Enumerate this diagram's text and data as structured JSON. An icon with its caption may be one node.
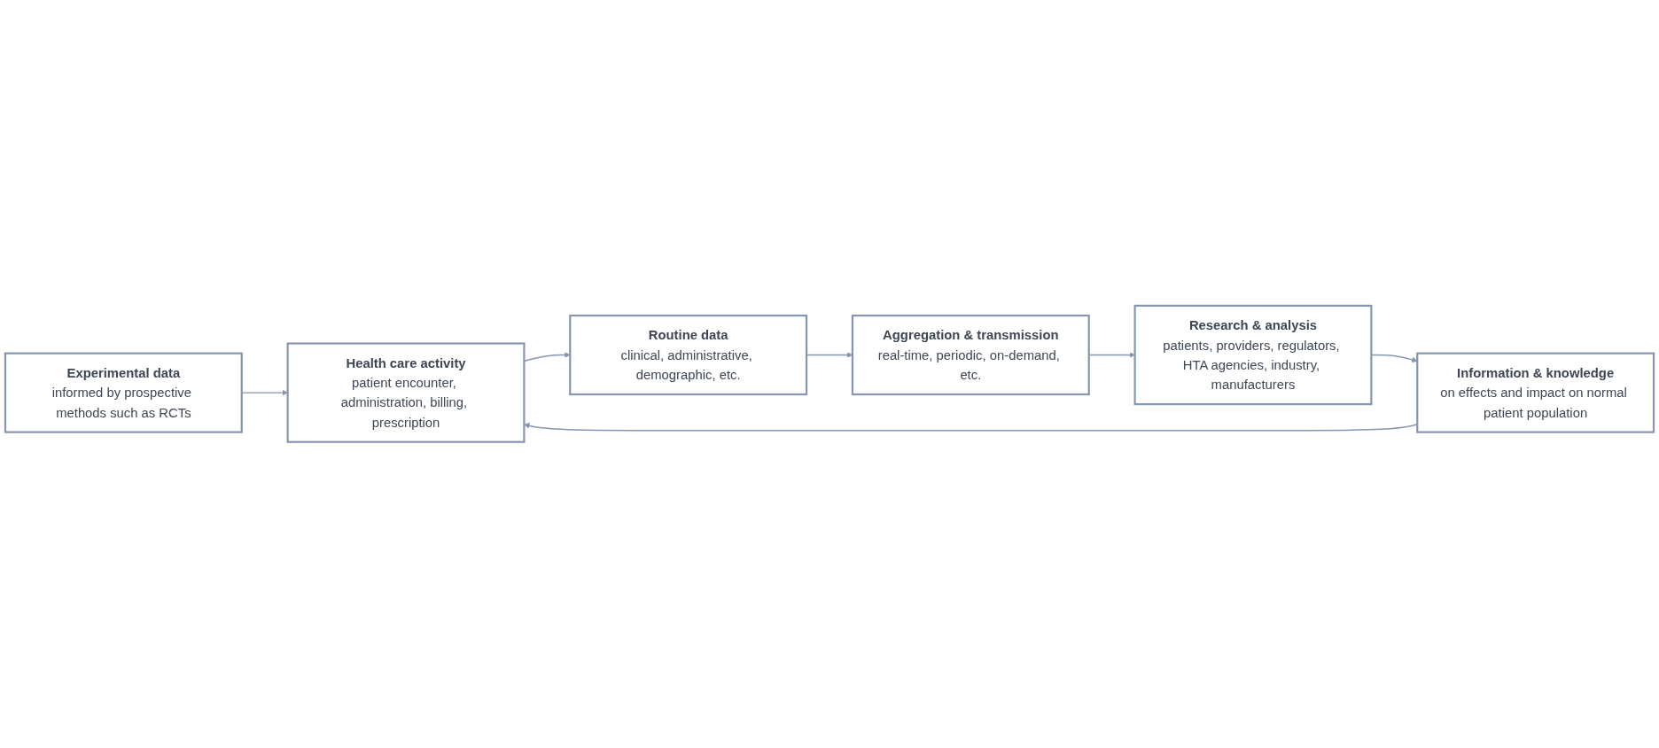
{
  "diagram": {
    "nodes": [
      {
        "text": [
          "Experimental data",
          "informed by prospective methods such as RCTs"
        ]
      },
      {
        "text": [
          "Health care activity",
          "patient encounter, administration, billing, prescription"
        ]
      },
      {
        "text": [
          "Routine data",
          "clinical, administrative, demographic, etc."
        ]
      },
      {
        "text": [
          "Aggregation & transmission",
          "real-time, periodic, on-demand, etc."
        ]
      },
      {
        "text": [
          "Research & analysis",
          "patients, providers, regulators, HTA agencies, industry, manufacturers"
        ]
      },
      {
        "text": [
          "Information & knowledge",
          "on effects and impact on normal patient population"
        ]
      }
    ],
    "edges": [
      {
        "from": 0,
        "to": 1,
        "arrow": "to"
      },
      {
        "from": 1,
        "to": 2,
        "arrow": "to"
      },
      {
        "from": 2,
        "to": 3,
        "arrow": "to"
      },
      {
        "from": 3,
        "to": 4,
        "arrow": "to"
      },
      {
        "from": 4,
        "to": 5,
        "arrow": "to"
      },
      {
        "from": 5,
        "to": 1,
        "arrow": "to"
      }
    ]
  }
}
